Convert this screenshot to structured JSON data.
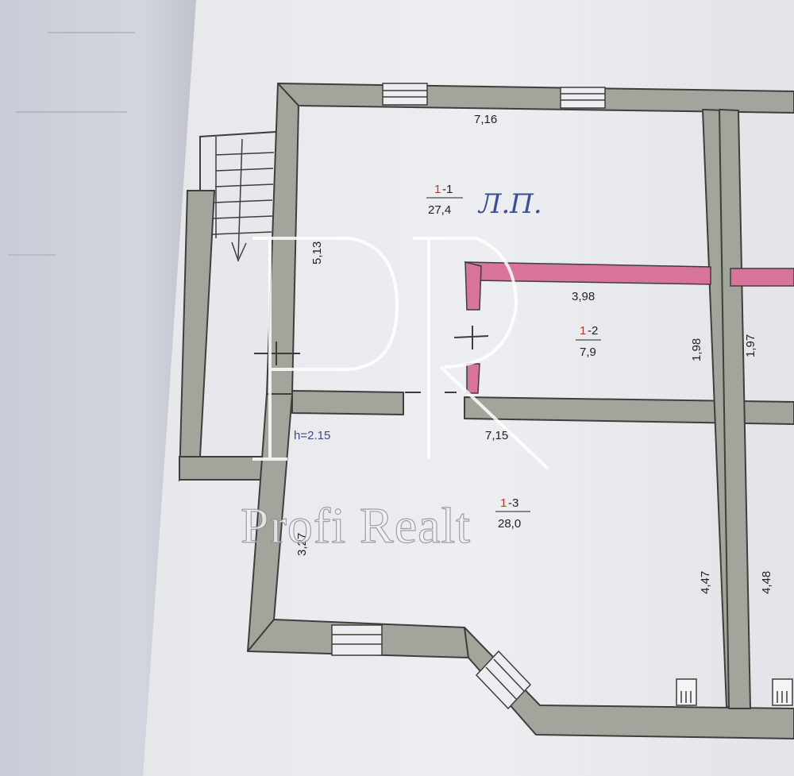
{
  "rooms": [
    {
      "floor": "1",
      "suffix": "-1",
      "area": "27,4"
    },
    {
      "floor": "1",
      "suffix": "-2",
      "area": "7,9"
    },
    {
      "floor": "1",
      "suffix": "-3",
      "area": "28,0"
    }
  ],
  "dimensions": {
    "top_width": "7,16",
    "left_height_upper": "5,13",
    "small_room_width": "3,98",
    "small_room_height": "1,98",
    "right_height_upper": "1,97",
    "middle_width": "7,15",
    "left_height_lower": "3,27",
    "room3_height": "4,47",
    "right_height_lower": "4,48"
  },
  "ceiling_height": "h=2.15",
  "signature": "Л.П.",
  "watermark": {
    "monogram": "PR",
    "brand": "Profi Realt"
  },
  "colors": {
    "wall": "#a3a59c",
    "wall_outline": "#3d3f3c",
    "partition": "#d8749a",
    "paper": "#eceef1"
  },
  "icons": [
    "stairs-icon",
    "window-icon",
    "door-icon",
    "radiator-icon"
  ]
}
